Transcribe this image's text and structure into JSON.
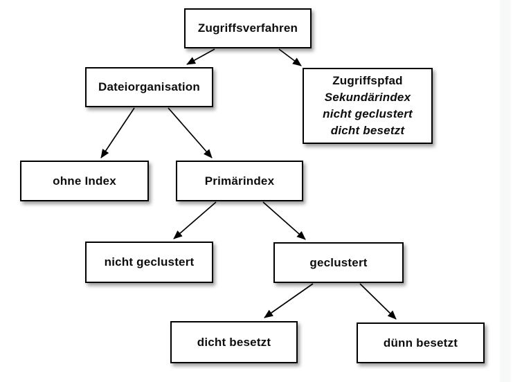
{
  "diagram": {
    "nodes": {
      "zugriffsverfahren": {
        "label": "Zugriffsverfahren"
      },
      "dateiorganisation": {
        "label": "Dateiorganisation"
      },
      "zugriffspfad": {
        "label": "Zugriffspfad",
        "sublines": [
          "Sekundärindex",
          "nicht geclustert",
          "dicht besetzt"
        ]
      },
      "ohne_index": {
        "label": "ohne Index"
      },
      "primaerindex": {
        "label": "Primärindex"
      },
      "nicht_geclustert": {
        "label": "nicht geclustert"
      },
      "geclustert": {
        "label": "geclustert"
      },
      "dicht_besetzt": {
        "label": "dicht besetzt"
      },
      "duenn_besetzt": {
        "label": "dünn besetzt"
      }
    },
    "edges": [
      {
        "from": "Zugriffsverfahren",
        "to": "Dateiorganisation"
      },
      {
        "from": "Zugriffsverfahren",
        "to": "Zugriffspfad"
      },
      {
        "from": "Dateiorganisation",
        "to": "ohne Index"
      },
      {
        "from": "Dateiorganisation",
        "to": "Primärindex"
      },
      {
        "from": "Primärindex",
        "to": "nicht geclustert"
      },
      {
        "from": "Primärindex",
        "to": "geclustert"
      },
      {
        "from": "geclustert",
        "to": "dicht besetzt"
      },
      {
        "from": "geclustert",
        "to": "dünn besetzt"
      }
    ],
    "colors": {
      "box_background": "#ffffff",
      "box_border": "#000000",
      "arrow": "#000000",
      "page_background": "#ffffff",
      "right_band": "#f7f8f8"
    }
  }
}
